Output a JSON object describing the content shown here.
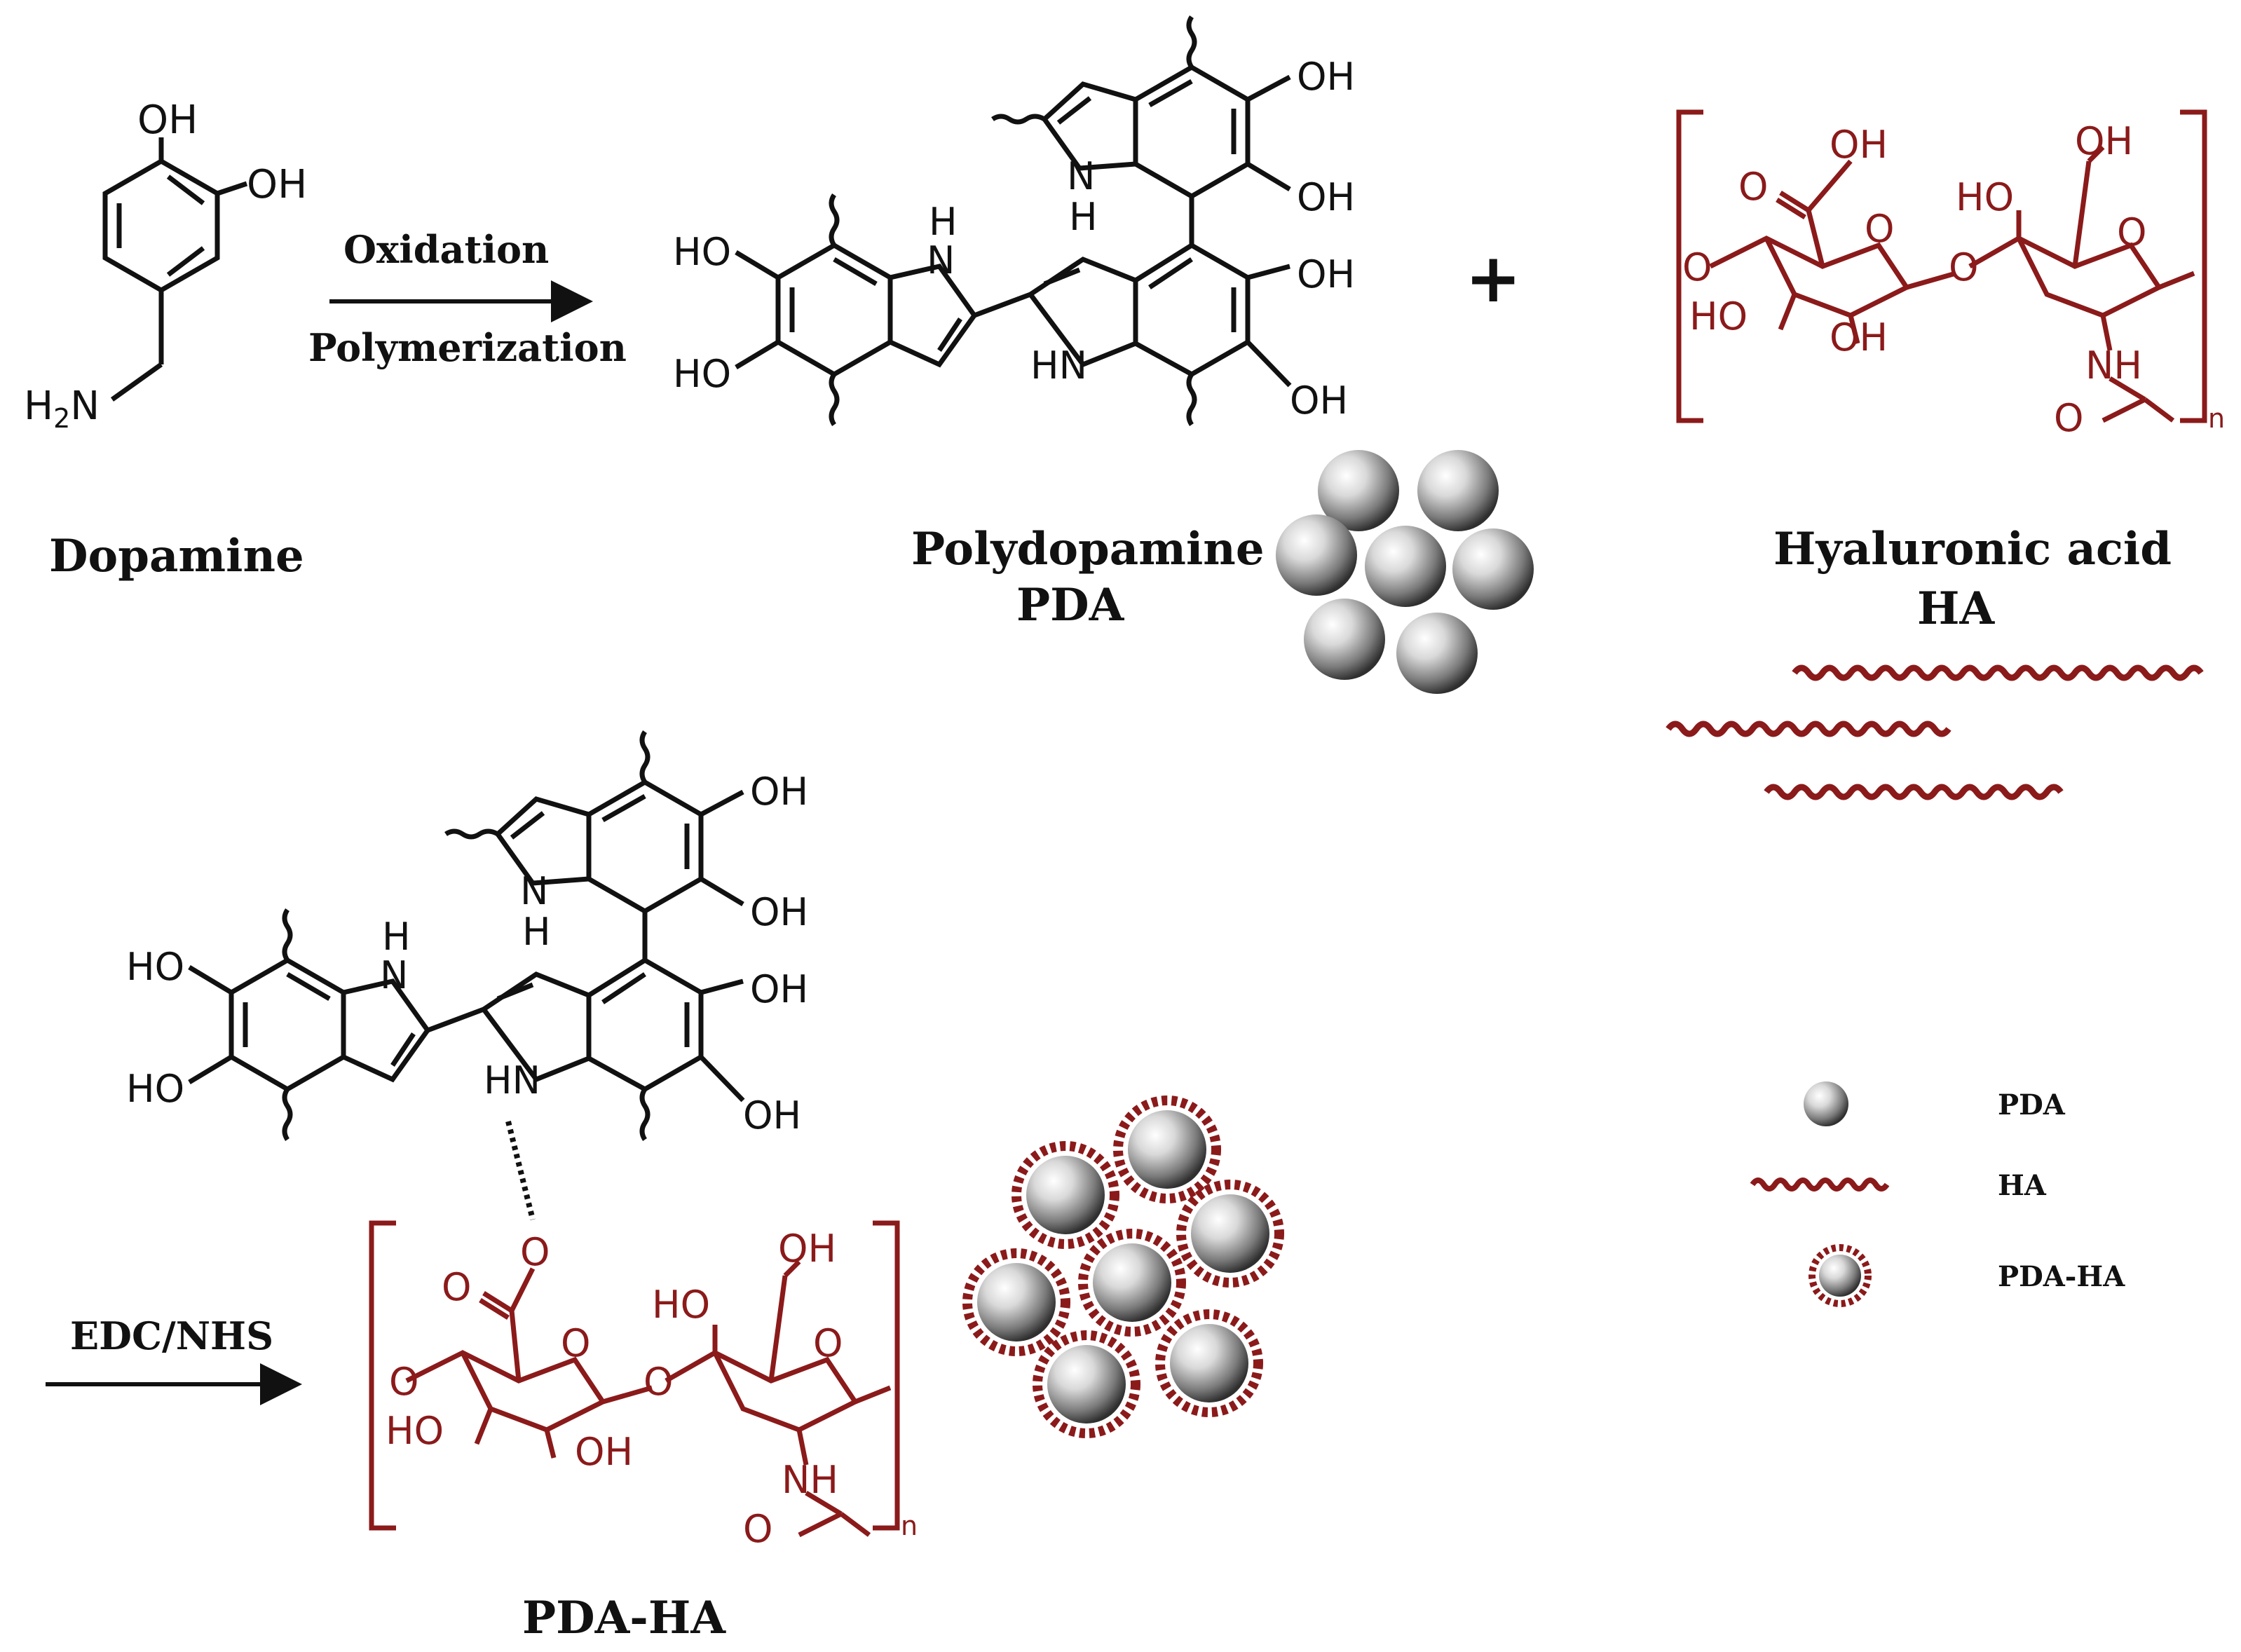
{
  "colors": {
    "structure_black": "#111111",
    "ha_red": "#8b1a1a",
    "sphere_light": "#f2f2f2",
    "sphere_dark": "#2f2f2f"
  },
  "labels": {
    "dopamine": "Dopamine",
    "oxidation": "Oxidation",
    "polymerization": "Polymerization",
    "polydopamine": "Polydopamine",
    "pda": "PDA",
    "plus": "+",
    "hyaluronic_acid": "Hyaluronic acid",
    "ha": "HA",
    "edc_nhs": "EDC/NHS",
    "pda_ha": "PDA-HA"
  },
  "legend": {
    "items": [
      {
        "label": "PDA",
        "icon": "sphere-icon"
      },
      {
        "label": "HA",
        "icon": "wavy-chain-icon"
      },
      {
        "label": "PDA-HA",
        "icon": "coated-sphere-icon"
      }
    ]
  },
  "dopamine_atoms": {
    "oh_top": "OH",
    "oh_right": "OH",
    "h2n": "H2N"
  },
  "pda_atoms": {
    "oh": "OH",
    "ho": "HO",
    "nh": "N",
    "h": "H",
    "hn": "HN"
  },
  "ha_atoms": {
    "oh": "OH",
    "ho": "HO",
    "o": "O",
    "nh": "NH",
    "n": "n"
  }
}
